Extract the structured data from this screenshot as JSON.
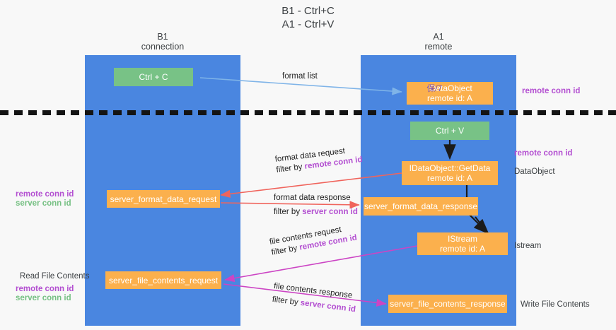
{
  "diagram": {
    "title_line1": "B1 - Ctrl+C",
    "title_line2": "A1 - Ctrl+V",
    "columns": [
      {
        "id": "b1",
        "name_line1": "B1",
        "name_line2": "connection"
      },
      {
        "id": "a1",
        "name_line1": "A1",
        "name_line2": "remote"
      }
    ],
    "colors": {
      "lane": "#4a86e0",
      "green_box": "#78c286",
      "orange_box": "#fbb04d",
      "purple_text": "#b34fd1",
      "green_text": "#76c083",
      "arrow_blue": "#7fb4e8",
      "arrow_red": "#f0645c",
      "arrow_magenta": "#cc45c4",
      "arrow_black": "#1b1b1b",
      "divider": "#141414",
      "page_bg": "#f8f8f8"
    },
    "boxes": [
      {
        "id": "ctrl-c",
        "label": "Ctrl + C",
        "sub": "",
        "kind": "green"
      },
      {
        "id": "idataobject-create",
        "label": "IDataObject",
        "label_overlay": "保/7",
        "sub": "remote id: A",
        "kind": "orange"
      },
      {
        "id": "ctrl-v",
        "label": "Ctrl + V",
        "sub": "",
        "kind": "green"
      },
      {
        "id": "getdata",
        "label": "IDataObject::GetData",
        "sub": "remote id: A",
        "kind": "orange"
      },
      {
        "id": "server-format-data-request",
        "label": "server_format_data_request",
        "sub": "",
        "kind": "orange"
      },
      {
        "id": "server-format-data-response",
        "label": "server_format_data_response",
        "sub": "",
        "kind": "orange"
      },
      {
        "id": "istream",
        "label": "IStream",
        "sub": "remote id: A",
        "kind": "orange"
      },
      {
        "id": "server-file-contents-request",
        "label": "server_file_contents_request",
        "sub": "",
        "kind": "orange"
      },
      {
        "id": "server-file-contents-response",
        "label": "server_file_contents_response",
        "sub": "",
        "kind": "orange"
      }
    ],
    "flow_labels": [
      {
        "id": "format-list",
        "line1": "format list",
        "line2_prefix": "",
        "line2_key": ""
      },
      {
        "id": "format-data-request",
        "line1": "format data request",
        "line2_prefix": "filter by ",
        "line2_key": "remote conn id"
      },
      {
        "id": "format-data-response",
        "line1": "format data response",
        "line2_prefix": "filter by ",
        "line2_key": "server conn id"
      },
      {
        "id": "file-contents-request",
        "line1": "file contents request",
        "line2_prefix": "filter by ",
        "line2_key": "remote conn id"
      },
      {
        "id": "file-contents-response",
        "line1": "file contents response",
        "line2_prefix": "filter by ",
        "line2_key": "server conn id"
      }
    ],
    "right_annotations": [
      {
        "id": "right-remote-conn-id-1",
        "text": "remote conn id",
        "style": "purple"
      },
      {
        "id": "right-remote-conn-id-2",
        "text": "remote conn id",
        "style": "purple"
      },
      {
        "id": "right-dataobject",
        "text": "DataObject",
        "style": "dark"
      },
      {
        "id": "right-istream",
        "text": "Istream",
        "style": "dark"
      },
      {
        "id": "right-write-file",
        "text": "Write File Contents",
        "style": "dark"
      }
    ],
    "left_annotations": [
      {
        "id": "left-remote-conn-id-1",
        "text": "remote conn id",
        "style": "purple"
      },
      {
        "id": "left-server-conn-id-1",
        "text": "server conn id",
        "style": "green"
      },
      {
        "id": "left-read-file",
        "text": "Read File Contents",
        "style": "dark"
      },
      {
        "id": "left-remote-conn-id-2",
        "text": "remote conn id",
        "style": "purple"
      },
      {
        "id": "left-server-conn-id-2",
        "text": "server conn id",
        "style": "green"
      }
    ]
  }
}
